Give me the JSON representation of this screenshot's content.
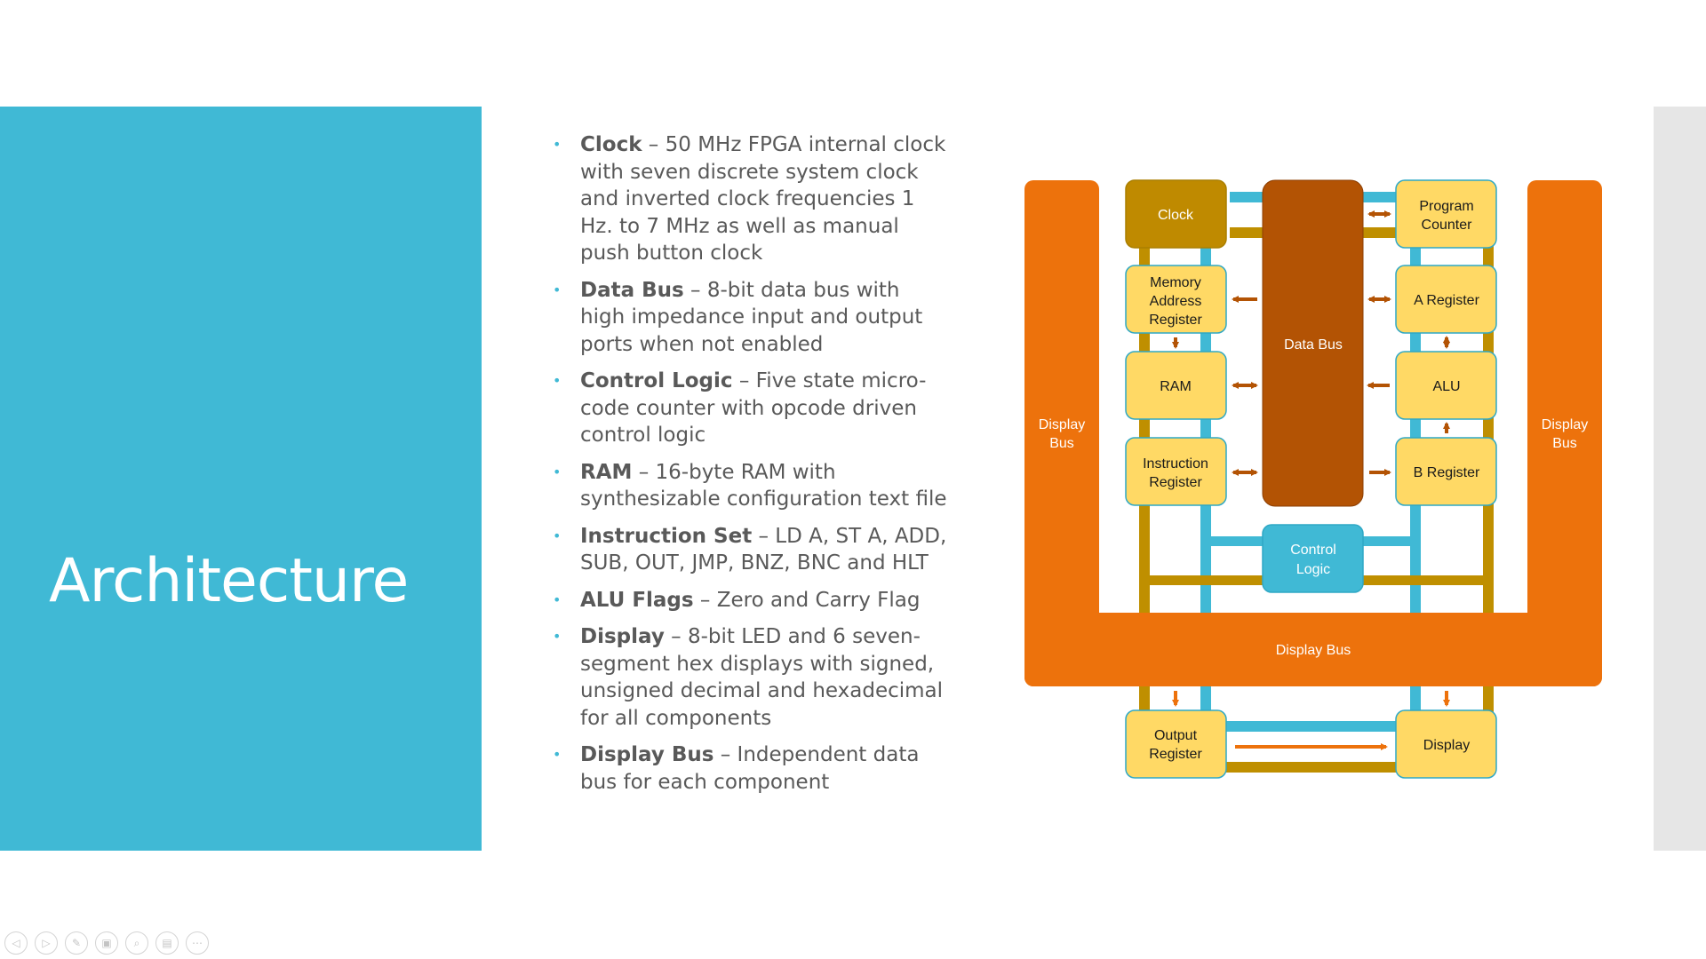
{
  "slide": {
    "title": "Architecture",
    "bullets": [
      {
        "term": "Clock",
        "text": " – 50 MHz FPGA internal clock with seven discrete system clock and inverted clock frequencies 1 Hz. to 7 MHz as well as manual push button clock"
      },
      {
        "term": "Data Bus",
        "text": " – 8-bit data bus with high impedance input and output ports when not enabled"
      },
      {
        "term": "Control Logic",
        "text": " – Five state micro-code counter with opcode driven control logic"
      },
      {
        "term": "RAM",
        "text": " – 16-byte RAM with synthesizable configuration text file"
      },
      {
        "term": "Instruction Set",
        "text": " – LD A, ST A, ADD, SUB, OUT, JMP, BNZ, BNC and HLT"
      },
      {
        "term": "ALU Flags",
        "text": " – Zero and Carry Flag"
      },
      {
        "term": "Display",
        "text": " – 8-bit LED and 6 seven-segment hex displays with signed, unsigned decimal and hexadecimal for all components"
      },
      {
        "term": "Display Bus",
        "text": " – Independent data bus for each component"
      }
    ]
  },
  "diagram": {
    "blocks": {
      "clock": "Clock",
      "mar": [
        "Memory",
        "Address",
        "Register"
      ],
      "ram": "RAM",
      "ir": [
        "Instruction",
        "Register"
      ],
      "data_bus": "Data Bus",
      "pc": [
        "Program",
        "Counter"
      ],
      "a_register": "A Register",
      "alu": "ALU",
      "b_register": "B Register",
      "control_logic": [
        "Control",
        "Logic"
      ],
      "display_bus_left": [
        "Display",
        "Bus"
      ],
      "display_bus_right": [
        "Display",
        "Bus"
      ],
      "display_bus_bottom": "Display Bus",
      "output_register": [
        "Output",
        "Register"
      ],
      "display": "Display"
    },
    "colors": {
      "display_bus": "#ed720c",
      "data_bus": "#b35304",
      "clock": "#bf8a00",
      "register": "#ffd965",
      "control_logic": "#40b9d5",
      "wire_gold": "#bf8f00",
      "wire_blue": "#40b9d5",
      "arrow": "#b35304"
    }
  },
  "controls": {
    "icons": [
      "prev-icon",
      "next-icon",
      "pen-icon",
      "slides-icon",
      "zoom-icon",
      "subtitles-icon",
      "more-icon"
    ],
    "glyphs": [
      "◁",
      "▷",
      "✎",
      "▣",
      "⌕",
      "▤",
      "⋯"
    ]
  }
}
